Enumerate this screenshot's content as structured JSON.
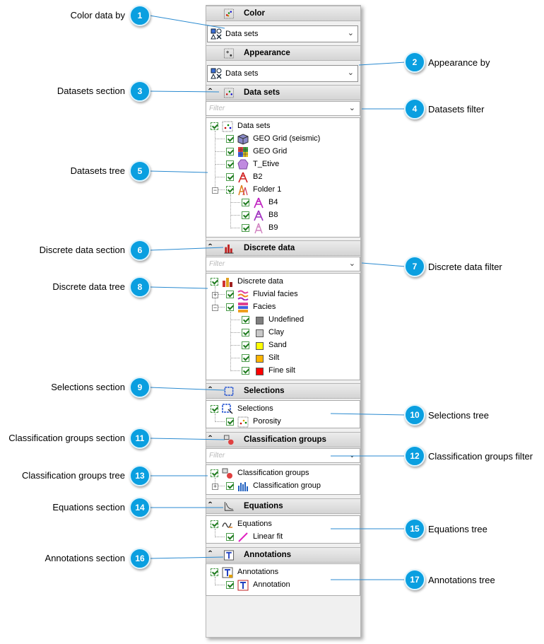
{
  "sections": {
    "color": {
      "title": "Color"
    },
    "appearance": {
      "title": "Appearance"
    },
    "datasets": {
      "title": "Data sets"
    },
    "discrete": {
      "title": "Discrete data"
    },
    "selections": {
      "title": "Selections"
    },
    "classification": {
      "title": "Classification groups"
    },
    "equations": {
      "title": "Equations"
    },
    "annotations": {
      "title": "Annotations"
    }
  },
  "color_combo": {
    "value": "Data sets"
  },
  "appearance_combo": {
    "value": "Data sets"
  },
  "filters": {
    "datasets": "Filter",
    "discrete": "Filter",
    "classification": "Filter"
  },
  "datasets_tree": {
    "root": "Data sets",
    "items": [
      "GEO Grid (seismic)",
      "GEO Grid",
      "T_Etive",
      "B2",
      "Folder 1",
      "B4",
      "B8",
      "B9"
    ]
  },
  "discrete_tree": {
    "root": "Discrete data",
    "items": [
      "Fluvial facies",
      "Facies",
      "Undefined",
      "Clay",
      "Sand",
      "Silt",
      "Fine silt"
    ],
    "swatch_colors": [
      "#7f7f7f",
      "#c8c8c8",
      "#ffff00",
      "#ffb400",
      "#ff0000"
    ]
  },
  "selections_tree": {
    "root": "Selections",
    "items": [
      "Porosity"
    ]
  },
  "classification_tree": {
    "root": "Classification groups",
    "items": [
      "Classification group"
    ]
  },
  "equations_tree": {
    "root": "Equations",
    "items": [
      "Linear fit"
    ]
  },
  "annotations_tree": {
    "root": "Annotations",
    "items": [
      "Annotation"
    ]
  },
  "callouts": [
    {
      "num": "1",
      "label": "Color data by"
    },
    {
      "num": "2",
      "label": "Appearance by"
    },
    {
      "num": "3",
      "label": "Datasets section"
    },
    {
      "num": "4",
      "label": "Datasets filter"
    },
    {
      "num": "5",
      "label": "Datasets tree"
    },
    {
      "num": "6",
      "label": "Discrete data section"
    },
    {
      "num": "7",
      "label": "Discrete data filter"
    },
    {
      "num": "8",
      "label": "Discrete data tree"
    },
    {
      "num": "9",
      "label": "Selections section"
    },
    {
      "num": "10",
      "label": "Selections tree"
    },
    {
      "num": "11",
      "label": "Classification groups section"
    },
    {
      "num": "12",
      "label": "Classification groups filter"
    },
    {
      "num": "13",
      "label": "Classification groups tree"
    },
    {
      "num": "14",
      "label": "Equations section"
    },
    {
      "num": "15",
      "label": "Equations tree"
    },
    {
      "num": "16",
      "label": "Annotations section"
    },
    {
      "num": "17",
      "label": "Annotations tree"
    }
  ],
  "colors": {
    "callout": "#0a9fe0",
    "check": "#1e7a1e"
  }
}
